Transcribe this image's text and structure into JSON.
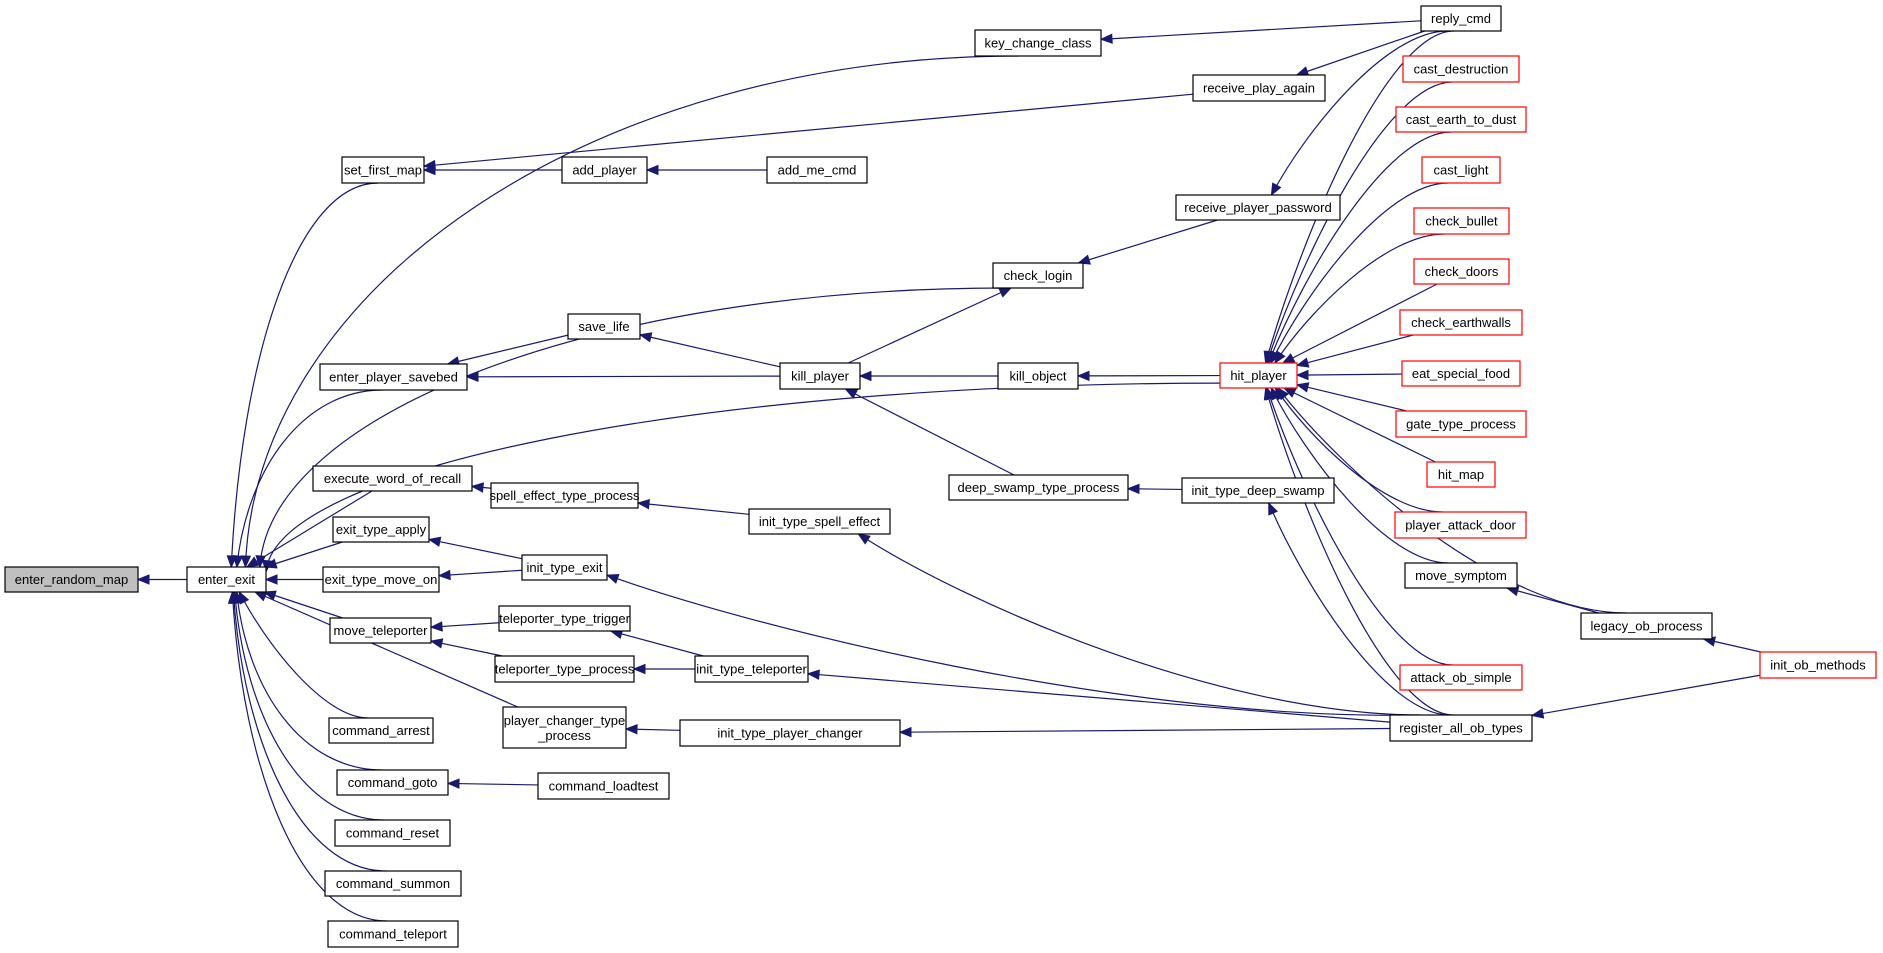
{
  "graph": {
    "title": "enter_random_map caller graph",
    "colors": {
      "edge": "#191970",
      "root_fill": "#bfbfbf",
      "truncated_border": "#ff0000",
      "normal_border": "#000000"
    },
    "nodes": [
      {
        "id": "enter_random_map",
        "label": "enter_random_map",
        "kind": "root"
      },
      {
        "id": "enter_exit",
        "label": "enter_exit",
        "kind": "normal"
      },
      {
        "id": "set_first_map",
        "label": "set_first_map",
        "kind": "normal"
      },
      {
        "id": "add_player",
        "label": "add_player",
        "kind": "normal"
      },
      {
        "id": "add_me_cmd",
        "label": "add_me_cmd",
        "kind": "normal"
      },
      {
        "id": "key_change_class",
        "label": "key_change_class",
        "kind": "normal"
      },
      {
        "id": "reply_cmd",
        "label": "reply_cmd",
        "kind": "normal"
      },
      {
        "id": "receive_play_again",
        "label": "receive_play_again",
        "kind": "normal"
      },
      {
        "id": "receive_player_password",
        "label": "receive_player_password",
        "kind": "normal"
      },
      {
        "id": "check_login",
        "label": "check_login",
        "kind": "normal"
      },
      {
        "id": "save_life",
        "label": "save_life",
        "kind": "normal"
      },
      {
        "id": "enter_player_savebed",
        "label": "enter_player_savebed",
        "kind": "normal"
      },
      {
        "id": "kill_player",
        "label": "kill_player",
        "kind": "normal"
      },
      {
        "id": "kill_object",
        "label": "kill_object",
        "kind": "normal"
      },
      {
        "id": "hit_player",
        "label": "hit_player",
        "kind": "truncated"
      },
      {
        "id": "execute_word_of_recall",
        "label": "execute_word_of_recall",
        "kind": "normal"
      },
      {
        "id": "spell_effect_type_process",
        "label": "spell_effect_type_process",
        "kind": "normal"
      },
      {
        "id": "init_type_spell_effect",
        "label": "init_type_spell_effect",
        "kind": "normal"
      },
      {
        "id": "deep_swamp_type_process",
        "label": "deep_swamp_type_process",
        "kind": "normal"
      },
      {
        "id": "init_type_deep_swamp",
        "label": "init_type_deep_swamp",
        "kind": "normal"
      },
      {
        "id": "exit_type_apply",
        "label": "exit_type_apply",
        "kind": "normal"
      },
      {
        "id": "init_type_exit",
        "label": "init_type_exit",
        "kind": "normal"
      },
      {
        "id": "exit_type_move_on",
        "label": "exit_type_move_on",
        "kind": "normal"
      },
      {
        "id": "move_teleporter",
        "label": "move_teleporter",
        "kind": "normal"
      },
      {
        "id": "teleporter_type_trigger",
        "label": "teleporter_type_trigger",
        "kind": "normal"
      },
      {
        "id": "teleporter_type_process",
        "label": "teleporter_type_process",
        "kind": "normal"
      },
      {
        "id": "init_type_teleporter",
        "label": "init_type_teleporter",
        "kind": "normal"
      },
      {
        "id": "player_changer_type_process",
        "label": "player_changer_type\n_process",
        "kind": "normal"
      },
      {
        "id": "init_type_player_changer",
        "label": "init_type_player_changer",
        "kind": "normal"
      },
      {
        "id": "command_arrest",
        "label": "command_arrest",
        "kind": "normal"
      },
      {
        "id": "command_goto",
        "label": "command_goto",
        "kind": "normal"
      },
      {
        "id": "command_loadtest",
        "label": "command_loadtest",
        "kind": "normal"
      },
      {
        "id": "command_reset",
        "label": "command_reset",
        "kind": "normal"
      },
      {
        "id": "command_summon",
        "label": "command_summon",
        "kind": "normal"
      },
      {
        "id": "command_teleport",
        "label": "command_teleport",
        "kind": "normal"
      },
      {
        "id": "cast_destruction",
        "label": "cast_destruction",
        "kind": "truncated"
      },
      {
        "id": "cast_earth_to_dust",
        "label": "cast_earth_to_dust",
        "kind": "truncated"
      },
      {
        "id": "cast_light",
        "label": "cast_light",
        "kind": "truncated"
      },
      {
        "id": "check_bullet",
        "label": "check_bullet",
        "kind": "truncated"
      },
      {
        "id": "check_doors",
        "label": "check_doors",
        "kind": "truncated"
      },
      {
        "id": "check_earthwalls",
        "label": "check_earthwalls",
        "kind": "truncated"
      },
      {
        "id": "eat_special_food",
        "label": "eat_special_food",
        "kind": "truncated"
      },
      {
        "id": "gate_type_process",
        "label": "gate_type_process",
        "kind": "truncated"
      },
      {
        "id": "hit_map",
        "label": "hit_map",
        "kind": "truncated"
      },
      {
        "id": "player_attack_door",
        "label": "player_attack_door",
        "kind": "truncated"
      },
      {
        "id": "move_symptom",
        "label": "move_symptom",
        "kind": "normal"
      },
      {
        "id": "legacy_ob_process",
        "label": "legacy_ob_process",
        "kind": "normal"
      },
      {
        "id": "attack_ob_simple",
        "label": "attack_ob_simple",
        "kind": "truncated"
      },
      {
        "id": "register_all_ob_types",
        "label": "register_all_ob_types",
        "kind": "normal"
      },
      {
        "id": "init_ob_methods",
        "label": "init_ob_methods",
        "kind": "truncated"
      }
    ],
    "edges": [
      {
        "from": "enter_exit",
        "to": "enter_random_map"
      },
      {
        "from": "key_change_class",
        "to": "enter_exit"
      },
      {
        "from": "set_first_map",
        "to": "enter_exit"
      },
      {
        "from": "check_login",
        "to": "enter_exit"
      },
      {
        "from": "enter_player_savebed",
        "to": "enter_exit"
      },
      {
        "from": "hit_player",
        "to": "enter_exit"
      },
      {
        "from": "execute_word_of_recall",
        "to": "enter_exit"
      },
      {
        "from": "exit_type_apply",
        "to": "enter_exit"
      },
      {
        "from": "exit_type_move_on",
        "to": "enter_exit"
      },
      {
        "from": "move_teleporter",
        "to": "enter_exit"
      },
      {
        "from": "player_changer_type_process",
        "to": "enter_exit"
      },
      {
        "from": "command_arrest",
        "to": "enter_exit"
      },
      {
        "from": "command_goto",
        "to": "enter_exit"
      },
      {
        "from": "command_reset",
        "to": "enter_exit"
      },
      {
        "from": "command_summon",
        "to": "enter_exit"
      },
      {
        "from": "command_teleport",
        "to": "enter_exit"
      },
      {
        "from": "reply_cmd",
        "to": "key_change_class"
      },
      {
        "from": "receive_play_again",
        "to": "set_first_map"
      },
      {
        "from": "add_player",
        "to": "set_first_map"
      },
      {
        "from": "add_me_cmd",
        "to": "add_player"
      },
      {
        "from": "reply_cmd",
        "to": "receive_play_again"
      },
      {
        "from": "reply_cmd",
        "to": "receive_player_password"
      },
      {
        "from": "receive_player_password",
        "to": "check_login"
      },
      {
        "from": "kill_player",
        "to": "check_login"
      },
      {
        "from": "save_life",
        "to": "enter_player_savebed"
      },
      {
        "from": "kill_player",
        "to": "enter_player_savebed"
      },
      {
        "from": "kill_player",
        "to": "save_life"
      },
      {
        "from": "kill_object",
        "to": "kill_player"
      },
      {
        "from": "deep_swamp_type_process",
        "to": "kill_player"
      },
      {
        "from": "hit_player",
        "to": "kill_object"
      },
      {
        "from": "init_type_deep_swamp",
        "to": "deep_swamp_type_process"
      },
      {
        "from": "register_all_ob_types",
        "to": "init_type_deep_swamp"
      },
      {
        "from": "spell_effect_type_process",
        "to": "execute_word_of_recall"
      },
      {
        "from": "init_type_spell_effect",
        "to": "spell_effect_type_process"
      },
      {
        "from": "register_all_ob_types",
        "to": "init_type_spell_effect"
      },
      {
        "from": "init_type_exit",
        "to": "exit_type_apply"
      },
      {
        "from": "init_type_exit",
        "to": "exit_type_move_on"
      },
      {
        "from": "register_all_ob_types",
        "to": "init_type_exit"
      },
      {
        "from": "teleporter_type_trigger",
        "to": "move_teleporter"
      },
      {
        "from": "teleporter_type_process",
        "to": "move_teleporter"
      },
      {
        "from": "init_type_teleporter",
        "to": "teleporter_type_trigger"
      },
      {
        "from": "init_type_teleporter",
        "to": "teleporter_type_process"
      },
      {
        "from": "register_all_ob_types",
        "to": "init_type_teleporter"
      },
      {
        "from": "init_type_player_changer",
        "to": "player_changer_type_process"
      },
      {
        "from": "register_all_ob_types",
        "to": "init_type_player_changer"
      },
      {
        "from": "command_loadtest",
        "to": "command_goto"
      },
      {
        "from": "reply_cmd",
        "to": "hit_player"
      },
      {
        "from": "cast_destruction",
        "to": "hit_player"
      },
      {
        "from": "cast_earth_to_dust",
        "to": "hit_player"
      },
      {
        "from": "cast_light",
        "to": "hit_player"
      },
      {
        "from": "check_bullet",
        "to": "hit_player"
      },
      {
        "from": "check_doors",
        "to": "hit_player"
      },
      {
        "from": "check_earthwalls",
        "to": "hit_player"
      },
      {
        "from": "eat_special_food",
        "to": "hit_player"
      },
      {
        "from": "gate_type_process",
        "to": "hit_player"
      },
      {
        "from": "hit_map",
        "to": "hit_player"
      },
      {
        "from": "player_attack_door",
        "to": "hit_player"
      },
      {
        "from": "move_symptom",
        "to": "hit_player"
      },
      {
        "from": "legacy_ob_process",
        "to": "hit_player"
      },
      {
        "from": "attack_ob_simple",
        "to": "hit_player"
      },
      {
        "from": "register_all_ob_types",
        "to": "hit_player"
      },
      {
        "from": "legacy_ob_process",
        "to": "move_symptom"
      },
      {
        "from": "init_ob_methods",
        "to": "legacy_ob_process"
      },
      {
        "from": "init_ob_methods",
        "to": "register_all_ob_types"
      }
    ]
  }
}
